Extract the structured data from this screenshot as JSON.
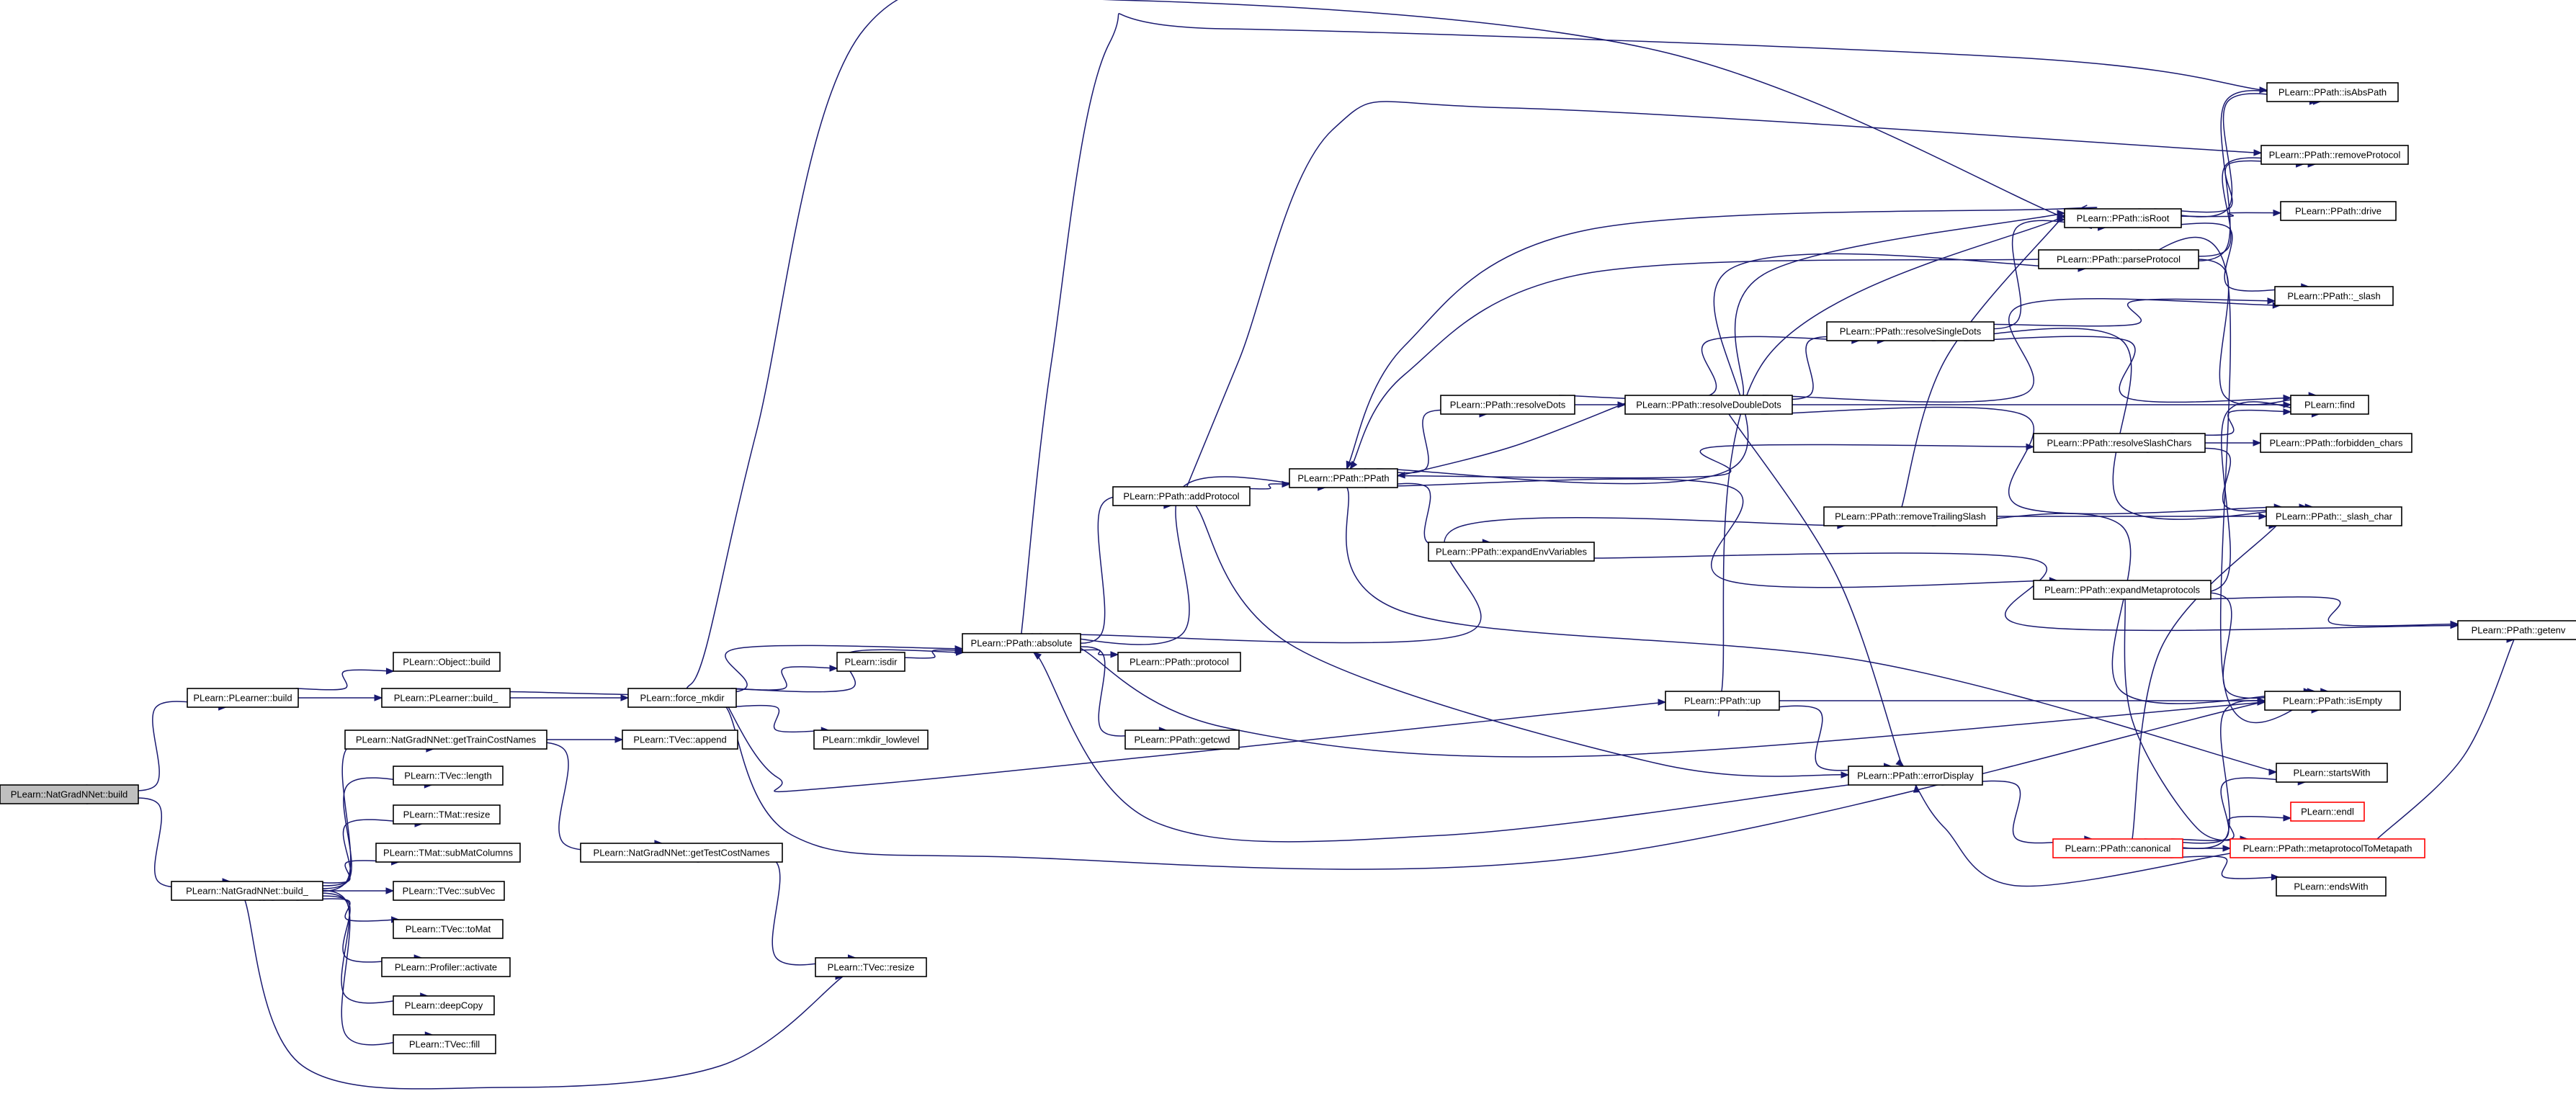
{
  "graph": {
    "root": "n_build",
    "nodes": {
      "n_build": {
        "label": "PLearn::NatGradNNet::build",
        "style": "root"
      },
      "n_plbuild": {
        "label": "PLearn::PLearner::build"
      },
      "n_objbuild": {
        "label": "PLearn::Object::build"
      },
      "n_plbuild_": {
        "label": "PLearn::PLearner::build_"
      },
      "n_train": {
        "label": "PLearn::NatGradNNet::getTrainCostNames"
      },
      "n_length": {
        "label": "PLearn::TVec::length"
      },
      "n_tresize": {
        "label": "PLearn::TMat::resize"
      },
      "n_submat": {
        "label": "PLearn::TMat::subMatColumns"
      },
      "n_subvec": {
        "label": "PLearn::TVec::subVec"
      },
      "n_tomat": {
        "label": "PLearn::TVec::toMat"
      },
      "n_activate": {
        "label": "PLearn::Profiler::activate"
      },
      "n_deepcopy": {
        "label": "PLearn::deepCopy"
      },
      "n_fill": {
        "label": "PLearn::TVec::fill"
      },
      "n_ngbuild_": {
        "label": "PLearn::NatGradNNet::build_"
      },
      "n_append": {
        "label": "PLearn::TVec::append"
      },
      "n_test": {
        "label": "PLearn::NatGradNNet::getTestCostNames"
      },
      "n_vresize": {
        "label": "PLearn::TVec::resize"
      },
      "n_force": {
        "label": "PLearn::force_mkdir"
      },
      "n_isdir": {
        "label": "PLearn::isdir"
      },
      "n_mkdirlow": {
        "label": "PLearn::mkdir_lowlevel"
      },
      "n_absolute": {
        "label": "PLearn::PPath::absolute"
      },
      "n_protocol": {
        "label": "PLearn::PPath::protocol"
      },
      "n_getcwd": {
        "label": "PLearn::PPath::getcwd"
      },
      "n_addproto": {
        "label": "PLearn::PPath::addProtocol"
      },
      "n_ppath": {
        "label": "PLearn::PPath::PPath"
      },
      "n_resolvedots": {
        "label": "PLearn::PPath::resolveDots"
      },
      "n_expandenv": {
        "label": "PLearn::PPath::expandEnvVariables"
      },
      "n_resolvedbl": {
        "label": "PLearn::PPath::resolveDoubleDots"
      },
      "n_resolvesingle": {
        "label": "PLearn::PPath::resolveSingleDots"
      },
      "n_removetrail": {
        "label": "PLearn::PPath::removeTrailingSlash"
      },
      "n_up": {
        "label": "PLearn::PPath::up"
      },
      "n_errdisp": {
        "label": "PLearn::PPath::errorDisplay"
      },
      "n_isroot": {
        "label": "PLearn::PPath::isRoot"
      },
      "n_parseproto": {
        "label": "PLearn::PPath::parseProtocol"
      },
      "n_resolveslash": {
        "label": "PLearn::PPath::resolveSlashChars"
      },
      "n_expandmeta": {
        "label": "PLearn::PPath::expandMetaprotocols"
      },
      "n_canonical": {
        "label": "PLearn::PPath::canonical",
        "style": "truncated"
      },
      "n_isabs": {
        "label": "PLearn::PPath::isAbsPath"
      },
      "n_removeproto": {
        "label": "PLearn::PPath::removeProtocol"
      },
      "n_drive": {
        "label": "PLearn::PPath::drive"
      },
      "n_slash": {
        "label": "PLearn::PPath::_slash"
      },
      "n_find": {
        "label": "PLearn::find"
      },
      "n_forbidden": {
        "label": "PLearn::PPath::forbidden_chars"
      },
      "n_slashchar": {
        "label": "PLearn::PPath::_slash_char"
      },
      "n_isempty": {
        "label": "PLearn::PPath::isEmpty"
      },
      "n_startswith": {
        "label": "PLearn::startsWith"
      },
      "n_endl": {
        "label": "PLearn::endl",
        "style": "truncated"
      },
      "n_metaproto": {
        "label": "PLearn::PPath::metaprotocolToMetapath",
        "style": "truncated"
      },
      "n_endswith": {
        "label": "PLearn::endsWith"
      },
      "n_getenv": {
        "label": "PLearn::PPath::getenv"
      }
    },
    "edges": [
      [
        "n_build",
        "n_plbuild"
      ],
      [
        "n_build",
        "n_ngbuild_"
      ],
      [
        "n_plbuild",
        "n_objbuild"
      ],
      [
        "n_plbuild",
        "n_plbuild_"
      ],
      [
        "n_plbuild_",
        "n_absolute"
      ],
      [
        "n_plbuild_",
        "n_force"
      ],
      [
        "n_ngbuild_",
        "n_train"
      ],
      [
        "n_ngbuild_",
        "n_length"
      ],
      [
        "n_ngbuild_",
        "n_tresize"
      ],
      [
        "n_ngbuild_",
        "n_submat"
      ],
      [
        "n_ngbuild_",
        "n_subvec"
      ],
      [
        "n_ngbuild_",
        "n_tomat"
      ],
      [
        "n_ngbuild_",
        "n_activate"
      ],
      [
        "n_ngbuild_",
        "n_deepcopy"
      ],
      [
        "n_ngbuild_",
        "n_fill"
      ],
      [
        "n_ngbuild_",
        "n_vresize"
      ],
      [
        "n_train",
        "n_append"
      ],
      [
        "n_train",
        "n_test"
      ],
      [
        "n_test",
        "n_vresize"
      ],
      [
        "n_force",
        "n_isdir"
      ],
      [
        "n_force",
        "n_mkdirlow"
      ],
      [
        "n_force",
        "n_absolute"
      ],
      [
        "n_force",
        "n_isroot"
      ],
      [
        "n_force",
        "n_up"
      ],
      [
        "n_force",
        "n_isempty"
      ],
      [
        "n_isdir",
        "n_absolute"
      ],
      [
        "n_absolute",
        "n_protocol"
      ],
      [
        "n_absolute",
        "n_getcwd"
      ],
      [
        "n_absolute",
        "n_addproto"
      ],
      [
        "n_absolute",
        "n_ppath"
      ],
      [
        "n_absolute",
        "n_isabs"
      ],
      [
        "n_absolute",
        "n_removetrail"
      ],
      [
        "n_absolute",
        "n_isempty"
      ],
      [
        "n_addproto",
        "n_ppath"
      ],
      [
        "n_addproto",
        "n_removeproto"
      ],
      [
        "n_addproto",
        "n_errdisp"
      ],
      [
        "n_ppath",
        "n_resolvedots"
      ],
      [
        "n_ppath",
        "n_expandenv"
      ],
      [
        "n_ppath",
        "n_resolveslash"
      ],
      [
        "n_ppath",
        "n_expandmeta"
      ],
      [
        "n_ppath",
        "n_parseproto"
      ],
      [
        "n_ppath",
        "n_startswith"
      ],
      [
        "n_resolvedots",
        "n_resolvedbl"
      ],
      [
        "n_resolvedots",
        "n_resolvesingle"
      ],
      [
        "n_resolvedbl",
        "n_ppath"
      ],
      [
        "n_resolvedbl",
        "n_resolvesingle"
      ],
      [
        "n_resolvedbl",
        "n_isroot"
      ],
      [
        "n_resolvedbl",
        "n_find"
      ],
      [
        "n_resolvedbl",
        "n_slash"
      ],
      [
        "n_resolvedbl",
        "n_slashchar"
      ],
      [
        "n_resolvedbl",
        "n_errdisp"
      ],
      [
        "n_resolvesingle",
        "n_isroot"
      ],
      [
        "n_resolvesingle",
        "n_slash"
      ],
      [
        "n_resolvesingle",
        "n_find"
      ],
      [
        "n_resolvesingle",
        "n_slashchar"
      ],
      [
        "n_removetrail",
        "n_isroot"
      ],
      [
        "n_removetrail",
        "n_slashchar"
      ],
      [
        "n_removetrail",
        "n_isempty"
      ],
      [
        "n_up",
        "n_isroot"
      ],
      [
        "n_up",
        "n_isempty"
      ],
      [
        "n_up",
        "n_errdisp"
      ],
      [
        "n_errdisp",
        "n_absolute"
      ],
      [
        "n_errdisp",
        "n_canonical"
      ],
      [
        "n_isroot",
        "n_isabs"
      ],
      [
        "n_isroot",
        "n_removeproto"
      ],
      [
        "n_isroot",
        "n_drive"
      ],
      [
        "n_isroot",
        "n_slash"
      ],
      [
        "n_isroot",
        "n_ppath"
      ],
      [
        "n_parseproto",
        "n_isabs"
      ],
      [
        "n_parseproto",
        "n_removeproto"
      ],
      [
        "n_parseproto",
        "n_find"
      ],
      [
        "n_parseproto",
        "n_isempty"
      ],
      [
        "n_parseproto",
        "n_ppath"
      ],
      [
        "n_resolveslash",
        "n_find"
      ],
      [
        "n_resolveslash",
        "n_forbidden"
      ],
      [
        "n_resolveslash",
        "n_slashchar"
      ],
      [
        "n_expandenv",
        "n_getenv"
      ],
      [
        "n_expandmeta",
        "n_getenv"
      ],
      [
        "n_expandmeta",
        "n_isempty"
      ],
      [
        "n_expandmeta",
        "n_metaproto"
      ],
      [
        "n_expandmeta",
        "n_find"
      ],
      [
        "n_canonical",
        "n_slashchar"
      ],
      [
        "n_canonical",
        "n_isempty"
      ],
      [
        "n_canonical",
        "n_startswith"
      ],
      [
        "n_canonical",
        "n_endl"
      ],
      [
        "n_canonical",
        "n_metaproto"
      ],
      [
        "n_canonical",
        "n_endswith"
      ],
      [
        "n_metaproto",
        "n_errdisp"
      ],
      [
        "n_metaproto",
        "n_getenv"
      ]
    ]
  }
}
